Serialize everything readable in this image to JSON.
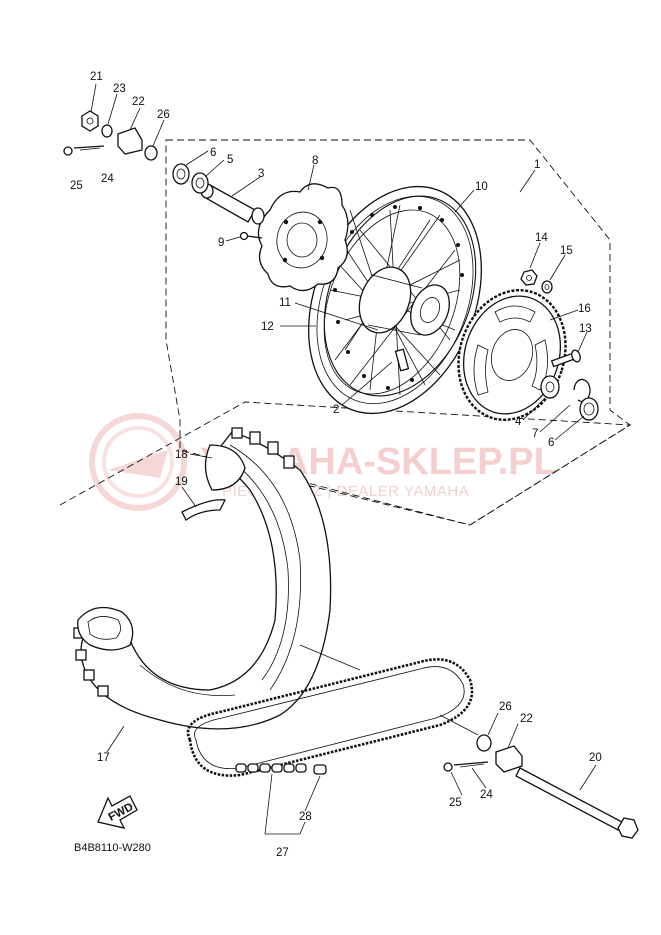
{
  "diagram": {
    "code": "B4B8110-W280",
    "fwd_label": "FWD",
    "watermark": {
      "brand": "YAMAHA-SKLEP.PL",
      "dealer": "PIECHOWICZ | DEALER YAMAHA"
    },
    "callouts": {
      "c1": "1",
      "c2": "2",
      "c3": "3",
      "c4": "4",
      "c5": "5",
      "c6a": "6",
      "c6b": "6",
      "c7": "7",
      "c8": "8",
      "c9": "9",
      "c10": "10",
      "c11": "11",
      "c12": "12",
      "c13": "13",
      "c14": "14",
      "c15": "15",
      "c16": "16",
      "c17": "17",
      "c18": "18",
      "c19": "19",
      "c20": "20",
      "c21": "21",
      "c22a": "22",
      "c22b": "22",
      "c23": "23",
      "c24a": "24",
      "c24b": "24",
      "c25a": "25",
      "c25b": "25",
      "c26a": "26",
      "c26b": "26",
      "c27": "27",
      "c28": "28"
    }
  }
}
